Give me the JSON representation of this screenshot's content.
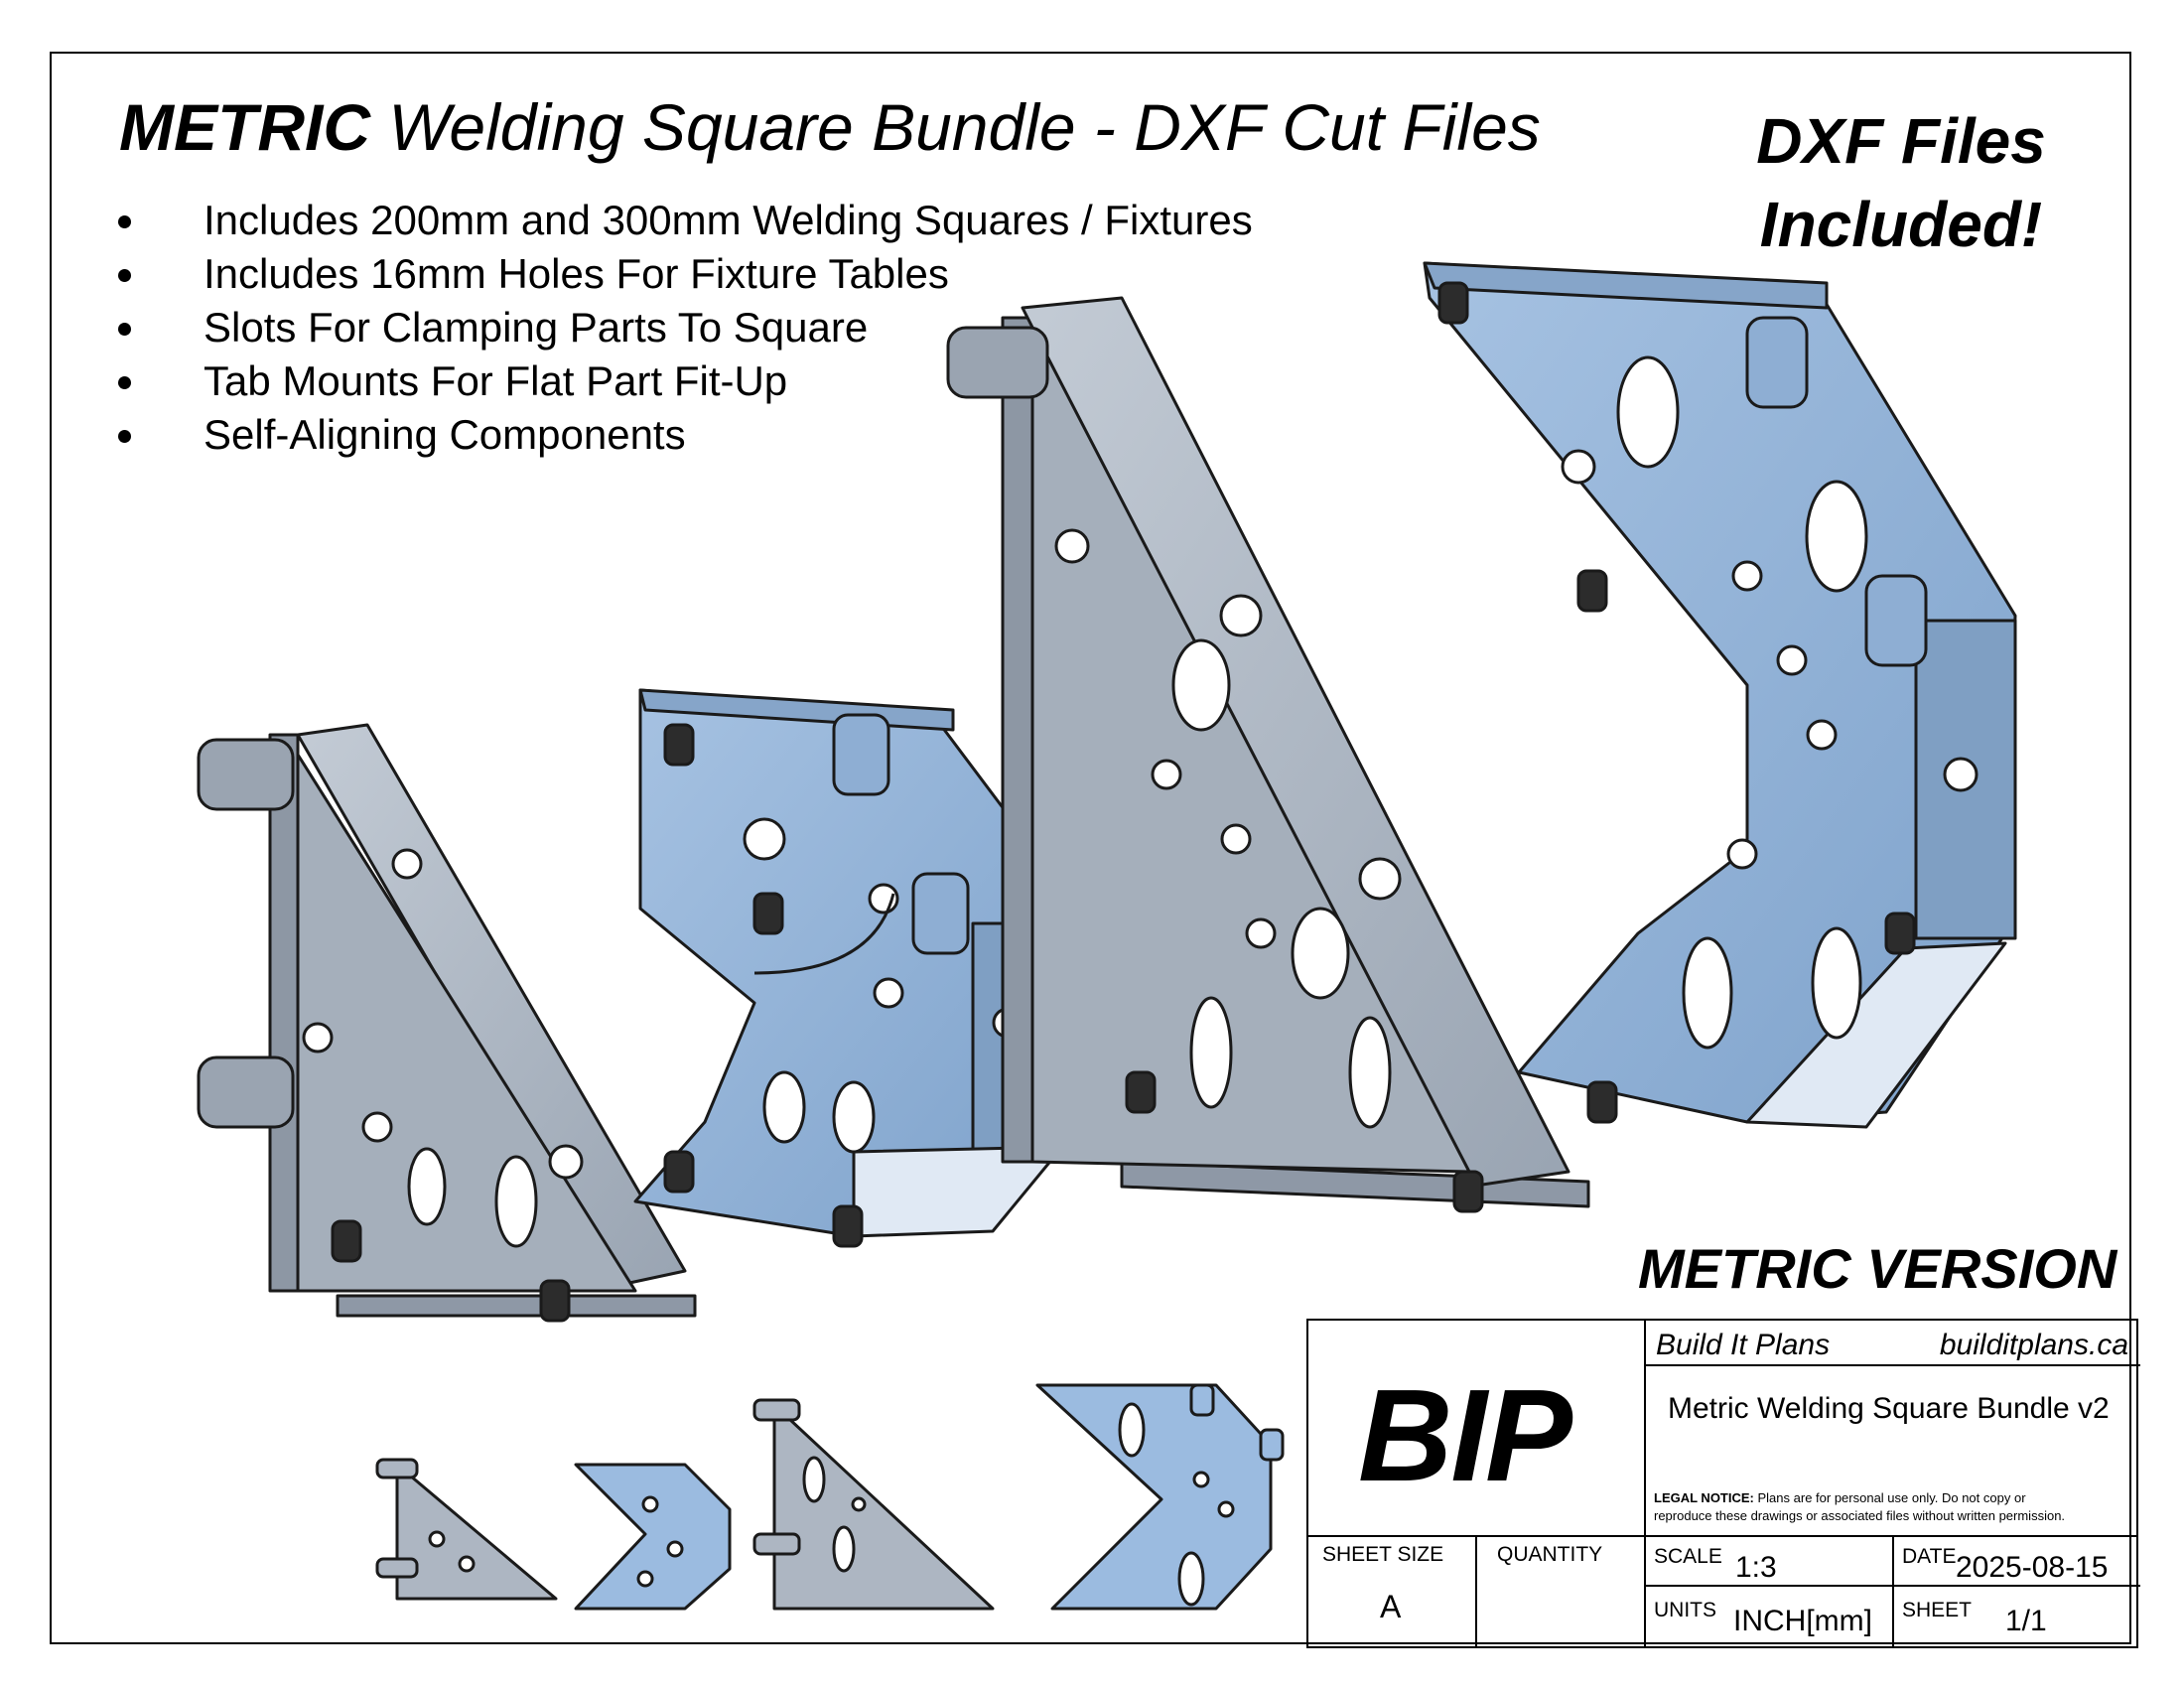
{
  "title": {
    "bold": "METRIC",
    "rest": "Welding Square Bundle - DXF Cut Files"
  },
  "badge": {
    "line1": "DXF Files",
    "line2": "Included!"
  },
  "features": [
    "Includes 200mm and 300mm Welding Squares / Fixtures",
    "Includes 16mm Holes For Fixture Tables",
    "Slots For Clamping Parts To Square",
    "Tab Mounts For Flat Part Fit-Up",
    "Self-Aligning Components"
  ],
  "version_label": "METRIC VERSION",
  "title_block": {
    "logo": "BIP",
    "company": "Build It Plans",
    "website": "builditplans.ca",
    "drawing_title": "Metric Welding Square Bundle v2",
    "legal_heading": "LEGAL NOTICE:",
    "legal_text1": "Plans are for personal use only. Do not copy or",
    "legal_text2": "reproduce these drawings or associated files without written permission.",
    "sheet_size_label": "SHEET SIZE",
    "sheet_size": "A",
    "quantity_label": "QUANTITY",
    "scale_label": "SCALE",
    "scale": "1:3",
    "date_label": "DATE",
    "date": "2025-08-15",
    "units_label": "UNITS",
    "units": "INCH[mm]",
    "sheet_label": "SHEET",
    "sheet": "1/1"
  },
  "colors": {
    "gray_part": "#a9b3bf",
    "blue_part": "#8fb0d6",
    "edge": "#1a1a1a"
  }
}
